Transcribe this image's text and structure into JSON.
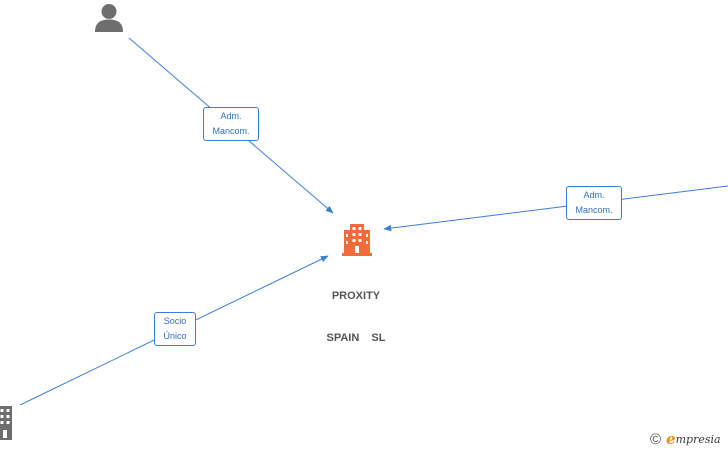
{
  "colors": {
    "edge": "#3a7fd5",
    "focus_company": "#f26b3a",
    "other_company": "#6e6e6e",
    "person": "#6e6e6e",
    "watermark_accent": "#f08a1a"
  },
  "nodes": {
    "focus": {
      "name_line1": "PROXITY",
      "name_line2": "SPAIN  SL",
      "icon": "building-icon"
    },
    "person": {
      "icon": "person-icon"
    },
    "company_bottom_left": {
      "icon": "building-icon"
    }
  },
  "edges": {
    "person_to_focus": {
      "label_line1": "Adm.",
      "label_line2": "Mancom."
    },
    "right_to_focus": {
      "label_line1": "Adm.",
      "label_line2": "Mancom."
    },
    "company_to_focus": {
      "label_line1": "Socio",
      "label_line2": "Único"
    }
  },
  "watermark": {
    "copyright": "©",
    "brand_initial": "e",
    "brand_rest": "mpresia"
  }
}
